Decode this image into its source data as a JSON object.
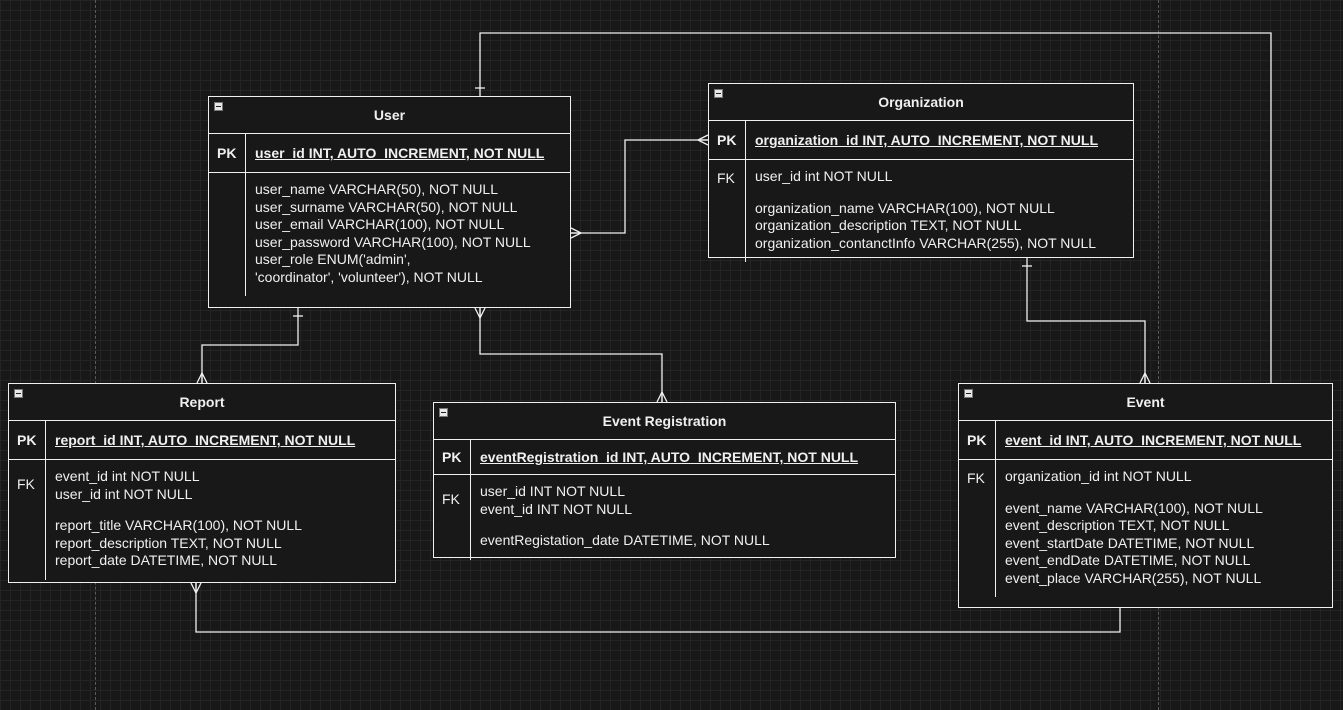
{
  "diagram": {
    "entities": [
      {
        "id": "user",
        "title": "User",
        "pk_label": "PK",
        "pk_field": "user_id INT, AUTO_INCREMENT, NOT NULL",
        "fk_label": "",
        "fk_fields": [],
        "fields": [
          "user_name VARCHAR(50), NOT NULL",
          "user_surname VARCHAR(50), NOT NULL",
          "user_email VARCHAR(100), NOT NULL",
          "user_password VARCHAR(100), NOT NULL",
          "user_role ENUM('admin',",
          "'coordinator', 'volunteer'), NOT NULL"
        ]
      },
      {
        "id": "organization",
        "title": "Organization",
        "pk_label": "PK",
        "pk_field": "organization_id  INT, AUTO_INCREMENT, NOT NULL",
        "fk_label": "FK",
        "fk_fields": [
          "user_id int NOT NULL"
        ],
        "fields": [
          "organization_name VARCHAR(100), NOT NULL",
          "organization_description TEXT, NOT NULL",
          "organization_contanctInfo VARCHAR(255), NOT NULL"
        ]
      },
      {
        "id": "report",
        "title": "Report",
        "pk_label": "PK",
        "pk_field": "report_id INT, AUTO_INCREMENT, NOT NULL",
        "fk_label": "FK",
        "fk_fields": [
          "event_id int NOT NULL",
          "user_id int NOT NULL"
        ],
        "fields": [
          "report_title VARCHAR(100), NOT NULL",
          "report_description TEXT, NOT NULL",
          "report_date DATETIME, NOT NULL"
        ]
      },
      {
        "id": "event_registration",
        "title": "Event Registration",
        "pk_label": "PK",
        "pk_field": "eventRegistration_id INT, AUTO_INCREMENT, NOT NULL",
        "fk_label": "FK",
        "fk_fields": [
          "user_id INT NOT NULL",
          "event_id INT NOT NULL"
        ],
        "fields": [
          "eventRegistation_date DATETIME, NOT NULL"
        ]
      },
      {
        "id": "event",
        "title": "Event",
        "pk_label": "PK",
        "pk_field": "event_id INT, AUTO_INCREMENT, NOT NULL",
        "fk_label": "FK",
        "fk_fields": [
          "organization_id int NOT NULL"
        ],
        "fields": [
          "event_name VARCHAR(100), NOT NULL",
          "event_description TEXT, NOT NULL",
          "event_startDate DATETIME, NOT NULL",
          "event_endDate DATETIME, NOT NULL",
          "event_place VARCHAR(255), NOT NULL"
        ]
      }
    ],
    "relationships": [
      {
        "id": "user-organization",
        "from": "user",
        "from_end": "many",
        "to": "organization",
        "to_end": "many"
      },
      {
        "id": "user-event",
        "from": "user",
        "from_end": "one",
        "to": "event",
        "to_end": "many"
      },
      {
        "id": "user-report",
        "from": "user",
        "from_end": "one",
        "to": "report",
        "to_end": "many"
      },
      {
        "id": "user-event-registration",
        "from": "user",
        "from_end": "many",
        "to": "event_registration",
        "to_end": "many"
      },
      {
        "id": "organization-event",
        "from": "organization",
        "from_end": "one",
        "to": "event",
        "to_end": "many"
      },
      {
        "id": "report-event",
        "from": "report",
        "from_end": "many",
        "to": "event",
        "to_end": "one"
      }
    ],
    "colors": {
      "background": "#181818",
      "line": "#f0f0f0",
      "grid": "#2f2f2f"
    }
  }
}
